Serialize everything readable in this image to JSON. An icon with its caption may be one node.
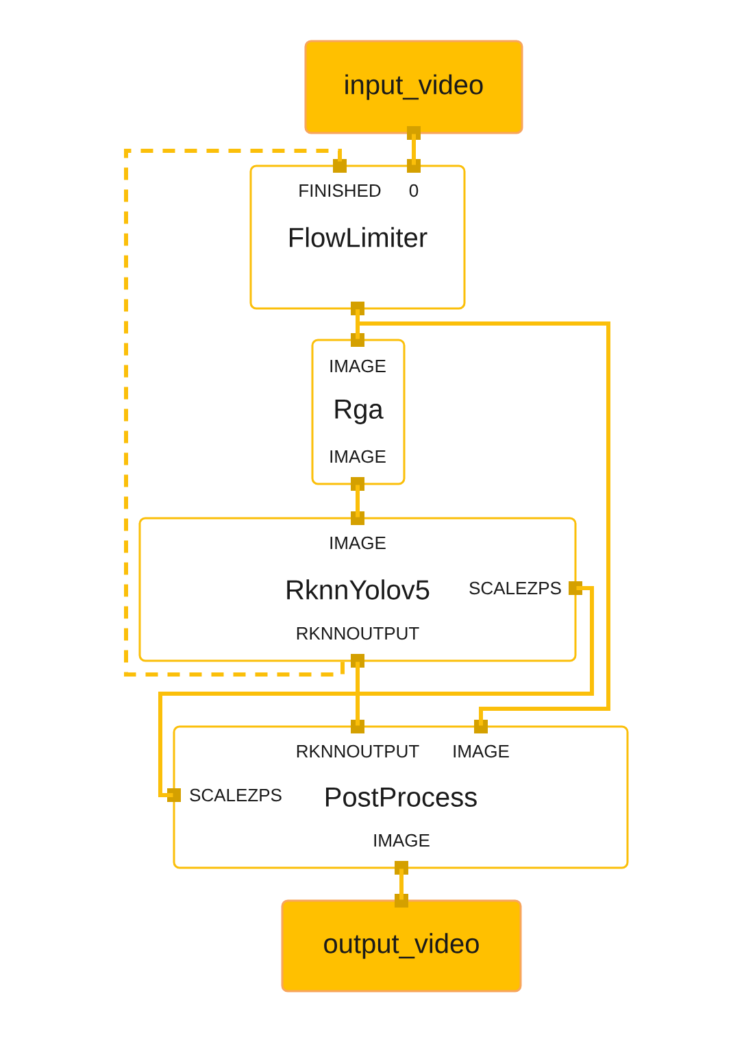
{
  "diagram": {
    "nodes": [
      {
        "text": [
          "input_video"
        ]
      },
      {
        "text": [
          "FINISHED",
          "0",
          "FlowLimiter"
        ]
      },
      {
        "text": [
          "IMAGE",
          "Rga",
          "IMAGE"
        ]
      },
      {
        "text": [
          "IMAGE",
          "RknnYolov5",
          "SCALEZPS",
          "RKNNOUTPUT"
        ]
      },
      {
        "text": [
          "RKNNOUTPUT",
          "IMAGE",
          "SCALEZPS",
          "PostProcess",
          "IMAGE"
        ]
      },
      {
        "text": [
          "output_video"
        ]
      }
    ],
    "edges": [
      {
        "from": 0,
        "to": 1,
        "arrow": "none"
      },
      {
        "from": 3,
        "to": 1,
        "arrow": "none",
        "style": "dashed"
      },
      {
        "from": 1,
        "to": 2,
        "arrow": "none"
      },
      {
        "from": 1,
        "to": 4,
        "arrow": "none"
      },
      {
        "from": 2,
        "to": 3,
        "arrow": "none"
      },
      {
        "from": 3,
        "to": 4,
        "arrow": "none"
      },
      {
        "from": 3,
        "to": 4,
        "arrow": "none"
      },
      {
        "from": 4,
        "to": 5,
        "arrow": "none"
      }
    ]
  }
}
